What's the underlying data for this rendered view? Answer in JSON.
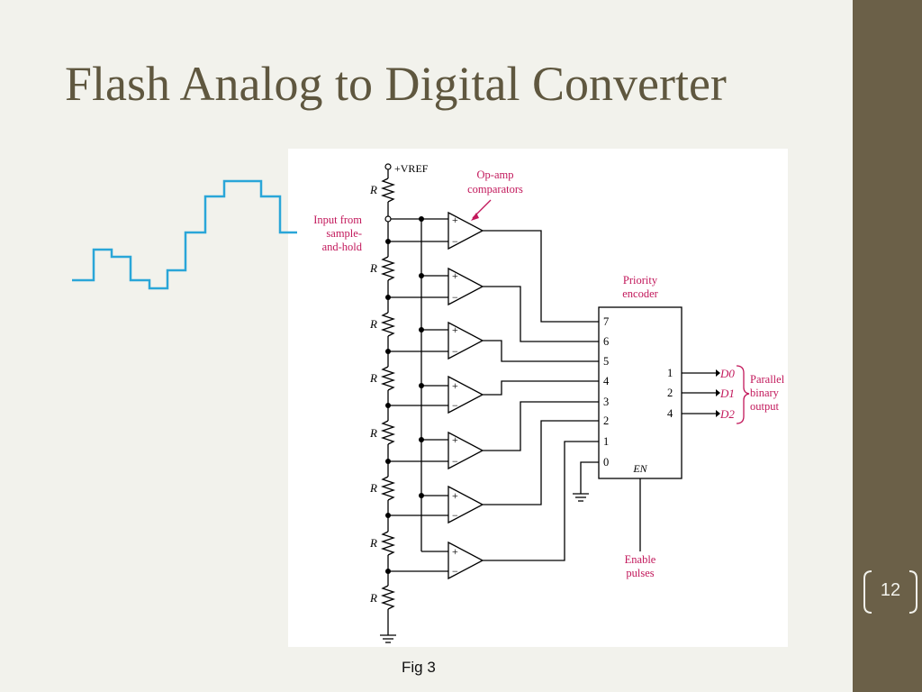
{
  "slide": {
    "title": "Flash Analog to Digital Converter",
    "caption": "Fig 3",
    "page_number": "12"
  },
  "colors": {
    "background": "#f2f2ec",
    "sidebar": "#6b6048",
    "title": "#5f573f",
    "signal": "#2aa6d8",
    "annotation": "#c2185b"
  },
  "diagram": {
    "vref_label": "+VREF",
    "resistor_label": "R",
    "comparators_label": [
      "Op-amp",
      "comparators"
    ],
    "input_label": [
      "Input from",
      "sample-",
      "and-hold"
    ],
    "encoder_title": [
      "Priority",
      "encoder"
    ],
    "encoder_inputs": [
      "7",
      "6",
      "5",
      "4",
      "3",
      "2",
      "1",
      "0"
    ],
    "encoder_outputs": [
      "1",
      "2",
      "4"
    ],
    "encoder_enable": "EN",
    "output_names": [
      "D0",
      "D1",
      "D2"
    ],
    "output_label": [
      "Parallel",
      "binary",
      "output"
    ],
    "enable_label": [
      "Enable",
      "pulses"
    ],
    "plus_sign": "+",
    "minus_sign": "−"
  }
}
